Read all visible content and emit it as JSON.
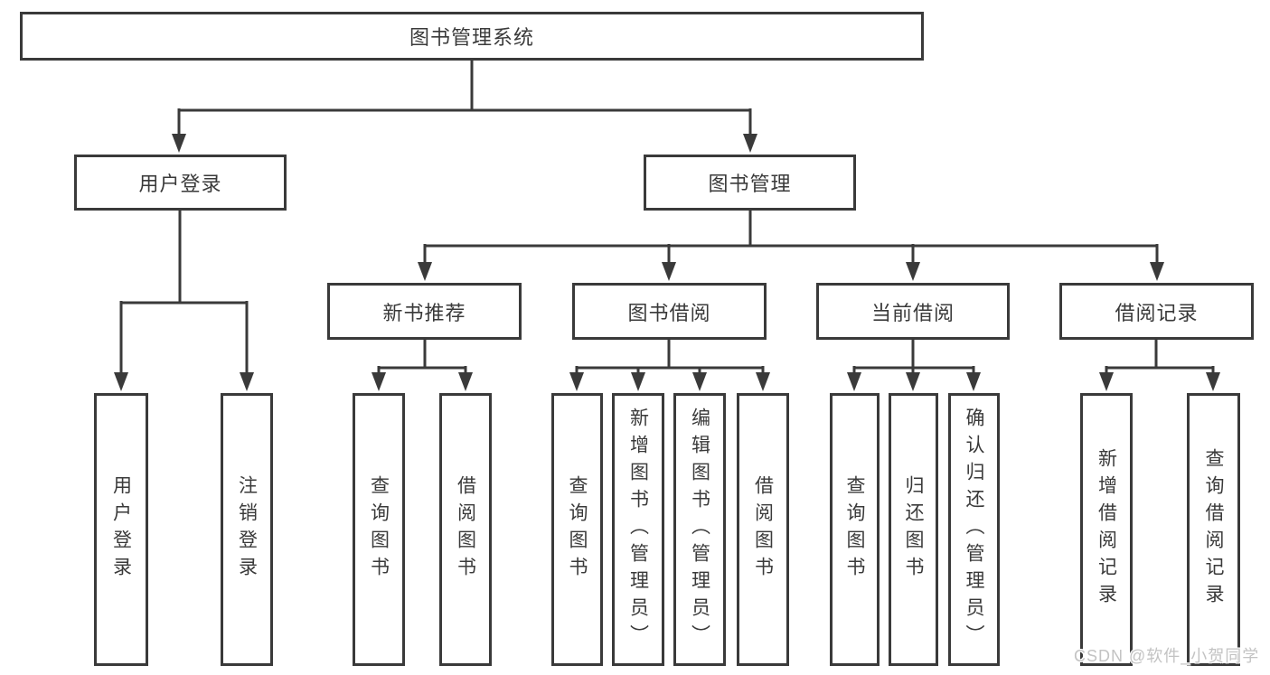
{
  "diagram": {
    "type": "hierarchy-tree",
    "tree": {
      "root": {
        "label": "图书管理系统"
      },
      "branches": [
        {
          "label": "用户登录",
          "children": [
            {
              "label": "用户登录"
            },
            {
              "label": "注销登录"
            }
          ]
        },
        {
          "label": "图书管理",
          "children": [
            {
              "label": "新书推荐",
              "children": [
                {
                  "label": "查询图书"
                },
                {
                  "label": "借阅图书"
                }
              ]
            },
            {
              "label": "图书借阅",
              "children": [
                {
                  "label": "查询图书"
                },
                {
                  "label": "新增图书（管理员）"
                },
                {
                  "label": "编辑图书（管理员）"
                },
                {
                  "label": "借阅图书"
                }
              ]
            },
            {
              "label": "当前借阅",
              "children": [
                {
                  "label": "查询图书"
                },
                {
                  "label": "归还图书"
                },
                {
                  "label": "确认归还（管理员）"
                }
              ]
            },
            {
              "label": "借阅记录",
              "children": [
                {
                  "label": "新增借阅记录"
                },
                {
                  "label": "查询借阅记录"
                }
              ]
            }
          ]
        }
      ]
    }
  },
  "watermark": {
    "text": "CSDN @软件_小贺同学"
  },
  "colors": {
    "line": "#3a3a3a",
    "text": "#3a3a3a",
    "background": "#ffffff",
    "watermark": "#c3c3c3"
  }
}
